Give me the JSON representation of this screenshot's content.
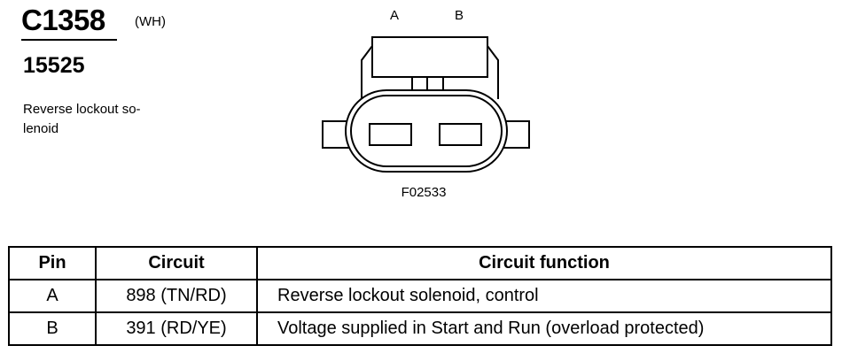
{
  "connector": {
    "id": "C1358",
    "color_code": "(WH)",
    "part_number": "15525",
    "description": "Reverse lockout so-\nlenoid"
  },
  "diagram": {
    "pin_labels": [
      "A",
      "B"
    ],
    "figure_id": "F02533"
  },
  "table": {
    "headers": [
      "Pin",
      "Circuit",
      "Circuit function"
    ],
    "rows": [
      {
        "pin": "A",
        "circuit": "898 (TN/RD)",
        "function": "Reverse lockout solenoid, control"
      },
      {
        "pin": "B",
        "circuit": "391 (RD/YE)",
        "function": "Voltage supplied in Start and Run (overload protected)"
      }
    ]
  }
}
